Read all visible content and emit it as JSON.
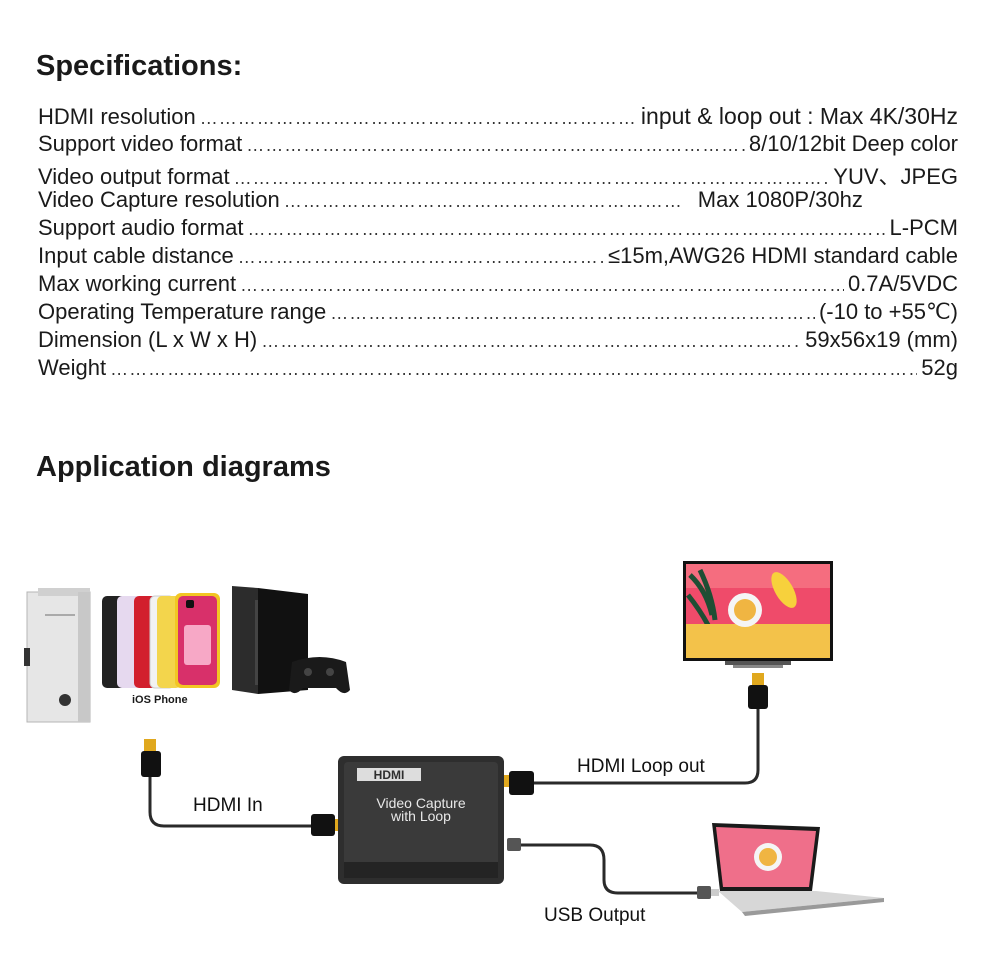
{
  "headings": {
    "specifications": "Specifications:",
    "application": "Application diagrams"
  },
  "specs": [
    {
      "label": "HDMI resolution",
      "value": "input & loop out : Max 4K/30Hz"
    },
    {
      "label": "Support video format",
      "value": "8/10/12bit Deep color"
    },
    {
      "label": "Video output format",
      "value": "YUV、JPEG"
    },
    {
      "label": "Video Capture resolution",
      "value": "Max 1080P/30hz"
    },
    {
      "label": "Support audio format",
      "value": "L-PCM"
    },
    {
      "label": "Input cable distance",
      "value": "≤15m,AWG26 HDMI standard cable"
    },
    {
      "label": "Max working current",
      "value": "0.7A/5VDC"
    },
    {
      "label": "Operating Temperature range",
      "value": "(-10 to +55℃)"
    },
    {
      "label": "Dimension (L x W x H)",
      "value": "59x56x19 (mm)"
    },
    {
      "label": "Weight",
      "value": "52g"
    }
  ],
  "dots": "……………………………………………………………………………………………………………………………………………",
  "diagram": {
    "ios_phone": "iOS Phone",
    "hdmi_in": "HDMI In",
    "hdmi_loop_out": "HDMI Loop out",
    "usb_output": "USB Output",
    "device_logo": "HDMI",
    "device_line1": "Video  Capture",
    "device_line2": "with Loop"
  }
}
